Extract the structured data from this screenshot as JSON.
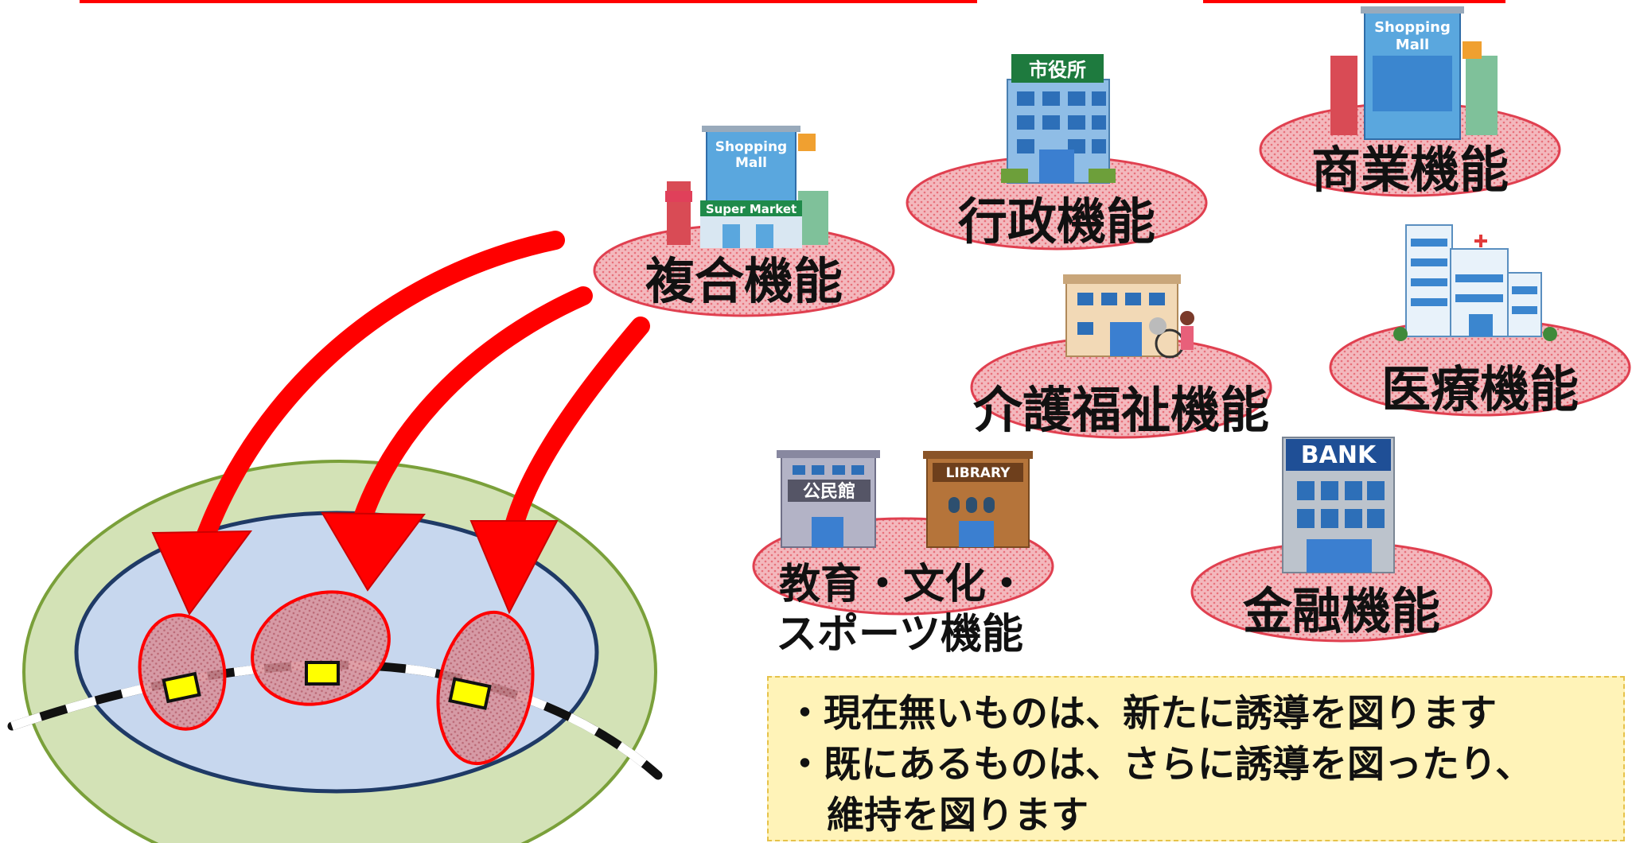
{
  "colors": {
    "outer_zone": "#d3e2b6",
    "inner_zone": "#c7d7ee",
    "function_ellipse": "#f3b8bd",
    "arrow": "#ff0000",
    "station": "#ffff00"
  },
  "functions": {
    "complex": "複合機能",
    "administrative": "行政機能",
    "commercial": "商業機能",
    "welfare": "介護福祉機能",
    "medical": "医療機能",
    "education_line1": "教育・文化・",
    "education_line2": "スポーツ機能",
    "finance": "金融機能"
  },
  "building_signs": {
    "mall": "Shopping\nMall",
    "super_market": "Super Market",
    "city_hall": "市役所",
    "community_center": "公民館",
    "library": "LIBRARY",
    "bank": "BANK"
  },
  "notes": {
    "line1": "・現在無いものは、新たに誘導を図ります",
    "line2": "・既にあるものは、さらに誘導を図ったり、",
    "line3": "維持を図ります"
  }
}
